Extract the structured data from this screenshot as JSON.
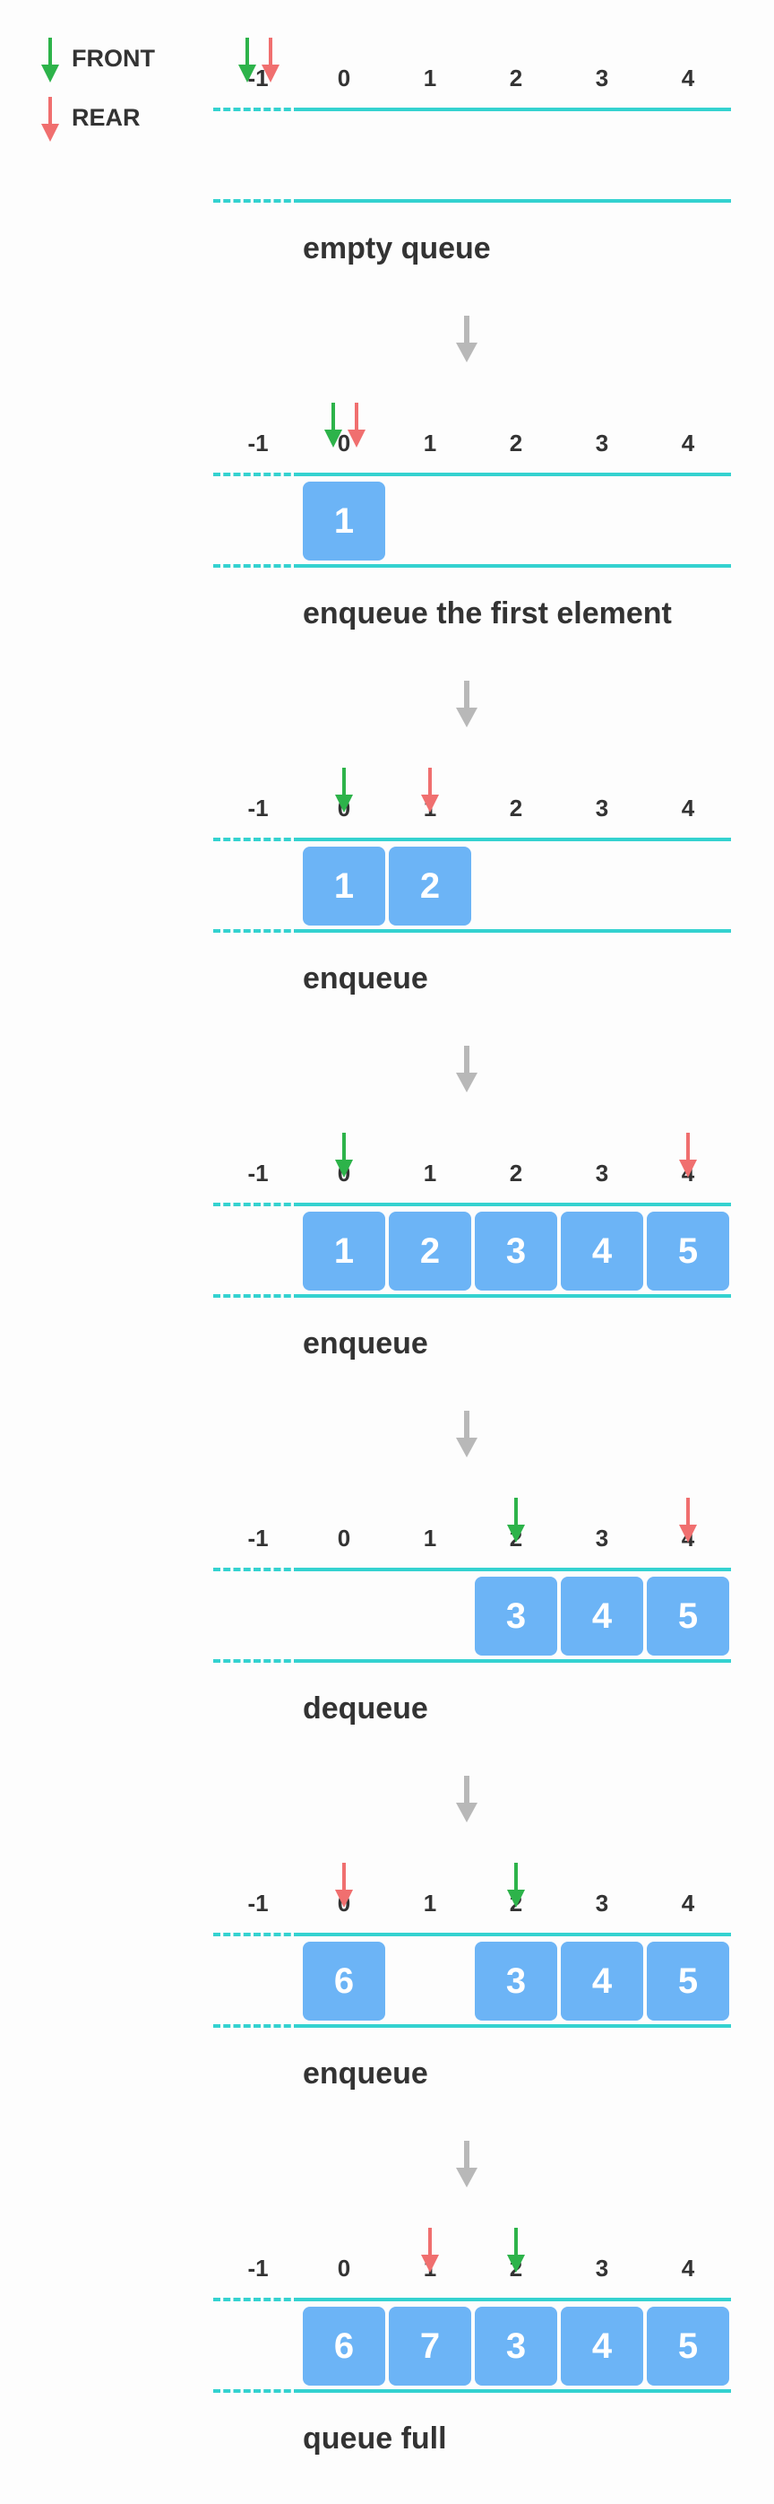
{
  "legend": {
    "front_label": "FRONT",
    "rear_label": "REAR",
    "front_color": "#2db34a",
    "rear_color": "#f06f6f"
  },
  "indices": [
    "-1",
    "0",
    "1",
    "2",
    "3",
    "4"
  ],
  "colors": {
    "line": "#34d2d0",
    "cell": "#6cb4f6",
    "flow_arrow": "#b8b8b8"
  },
  "stages": [
    {
      "caption": "empty queue",
      "front": "-1",
      "rear": "-1",
      "cells": [
        "",
        "",
        "",
        "",
        ""
      ]
    },
    {
      "caption": "enqueue the first element",
      "front": "0",
      "rear": "0",
      "cells": [
        "1",
        "",
        "",
        "",
        ""
      ]
    },
    {
      "caption": "enqueue",
      "front": "0",
      "rear": "1",
      "cells": [
        "1",
        "2",
        "",
        "",
        ""
      ]
    },
    {
      "caption": "enqueue",
      "front": "0",
      "rear": "4",
      "cells": [
        "1",
        "2",
        "3",
        "4",
        "5"
      ]
    },
    {
      "caption": "dequeue",
      "front": "2",
      "rear": "4",
      "cells": [
        "",
        "",
        "3",
        "4",
        "5"
      ]
    },
    {
      "caption": "enqueue",
      "front": "2",
      "rear": "0",
      "cells": [
        "6",
        "",
        "3",
        "4",
        "5"
      ]
    },
    {
      "caption": "queue full",
      "front": "2",
      "rear": "1",
      "cells": [
        "6",
        "7",
        "3",
        "4",
        "5"
      ]
    }
  ]
}
